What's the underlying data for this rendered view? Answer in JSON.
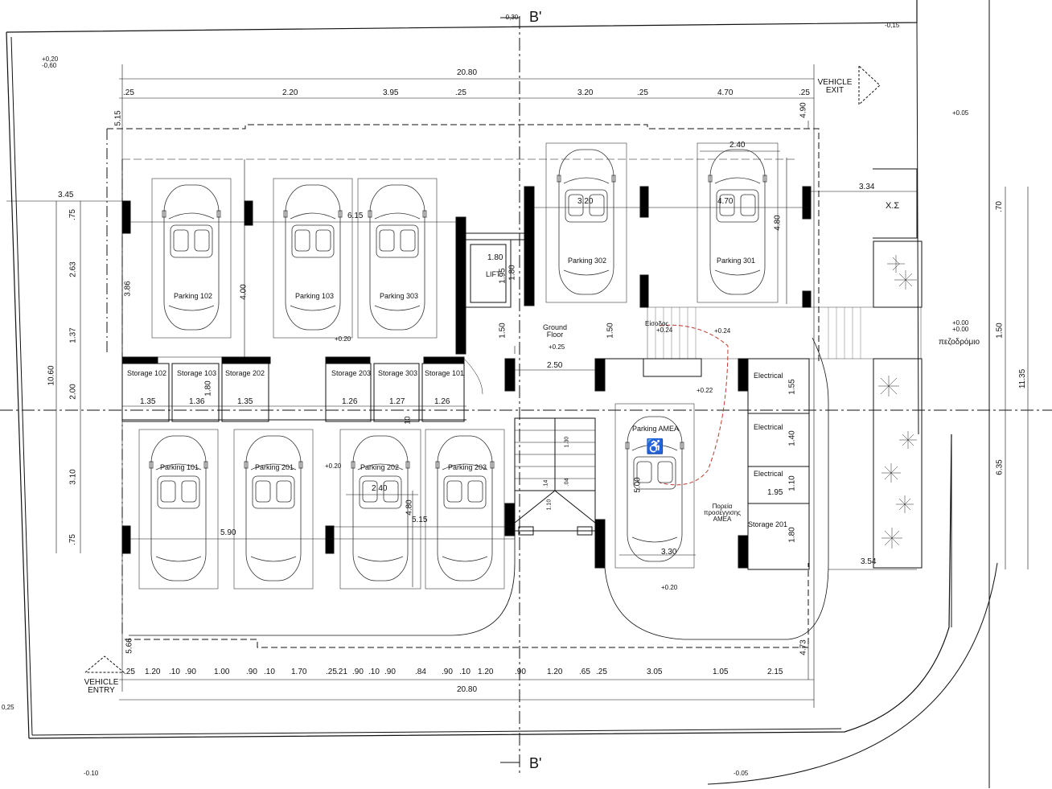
{
  "section_marks": {
    "top": "B'",
    "bottom": "B'"
  },
  "top_dims": {
    "total": "20.80",
    "a": ".25",
    "b": "2.20",
    "c": "3.95",
    "d": ".25",
    "e": "3.20",
    "f": ".25",
    "g": "4.70",
    "h": ".25"
  },
  "bottom_dims": {
    "total": "20.80",
    "segments": [
      ".25",
      "1.20",
      ".10",
      ".90",
      "1.00",
      ".90",
      ".10",
      "1.70",
      ".25",
      ".21",
      ".90",
      ".10",
      ".90",
      ".84",
      ".90",
      ".10",
      "1.20",
      ".90",
      "1.20",
      ".65",
      ".25",
      "3.05",
      "1.05",
      "2.15"
    ]
  },
  "left_dims": {
    "total": "10.60",
    "s1": ".75",
    "s2": "2.63",
    "s3": "1.37",
    "s4": "2.00",
    "s5": "3.10",
    "s6": ".75",
    "top": "5.15",
    "bottom": "5.66",
    "offset": "3.45"
  },
  "right_dims": {
    "total": "11.35",
    "s1": ".70",
    "s2": "1.50",
    "s3": "6.35",
    "top": "4.90",
    "bottom": "4.73",
    "xs_width": "3.34",
    "sidewalk_width": "3.54"
  },
  "inner_dims": {
    "d615": "6.15",
    "d386": "3.86",
    "d400": "4.00",
    "d320": "3.20",
    "d470": "4.70",
    "d240a": "2.40",
    "d480a": "4.80",
    "lift_w": "1.80",
    "lift_h1": "1.95",
    "lift_h2": "1.80",
    "d150a": "1.50",
    "d150b": "1.50",
    "d250": "2.50",
    "st1": "1.35",
    "st2": "1.36",
    "st3": "1.35",
    "st4": "1.26",
    "st5": "1.27",
    "st6": "1.26",
    "st_h": "1.80",
    "d590": "5.90",
    "d240b": "2.40",
    "d480b": "4.80",
    "d515": "5.15",
    "d500": "5.00",
    "d330": "3.30",
    "e155": "1.55",
    "e140": "1.40",
    "e110": "1.10",
    "e195": "1.95",
    "e180": "1.80",
    "stair_a": "1.30",
    "stair_b": ".14",
    "stair_c": ".04",
    "stair_d": "1.10",
    "d10": "10"
  },
  "parking": {
    "p102": "Parking 102",
    "p103": "Parking 103",
    "p303": "Parking 303",
    "p302": "Parking 302",
    "p301": "Parking 301",
    "p101": "Parking 101",
    "p201": "Parking 201",
    "p202": "Parking 202",
    "p203": "Parking 203",
    "pamea": "Parking AMEA"
  },
  "storage": {
    "s102": "Storage 102",
    "s103": "Storage 103",
    "s202": "Storage 202",
    "s203": "Storage 203",
    "s303": "Storage 303",
    "s101": "Storage 101",
    "s201": "Storage 201"
  },
  "rooms": {
    "lift": "LIFT",
    "ground_floor": "Ground Floor",
    "electrical1": "Electrical",
    "electrical2": "Electrical",
    "electrical3": "Electrical",
    "xs": "Χ.Σ",
    "entrance": "Είσοδος",
    "sidewalk": "πεζοδρόμιο",
    "amea_path": "Πορεία προσέγγισης ΑΜΕΑ"
  },
  "vehicle": {
    "exit": "VEHICLE EXIT",
    "entry": "VEHICLE ENTRY"
  },
  "levels": {
    "tl": "+0,20 -0,60",
    "top_mid": "-0,30",
    "tr": "-0,15",
    "right1": "+0.05",
    "right2": "+0.00 +0.00",
    "l020": "+0.20",
    "l025": "+0.25",
    "l024a": "+0.24",
    "l024b": "+0.24",
    "l022": "+0.22",
    "l020b": "+0.20",
    "l020c": "+0.20",
    "left_edge": "0,25",
    "bl": "-0.10",
    "br": "-0.05"
  },
  "colors": {
    "line": "#111111",
    "amea_path": "#c0392b",
    "plant": "#222222"
  }
}
